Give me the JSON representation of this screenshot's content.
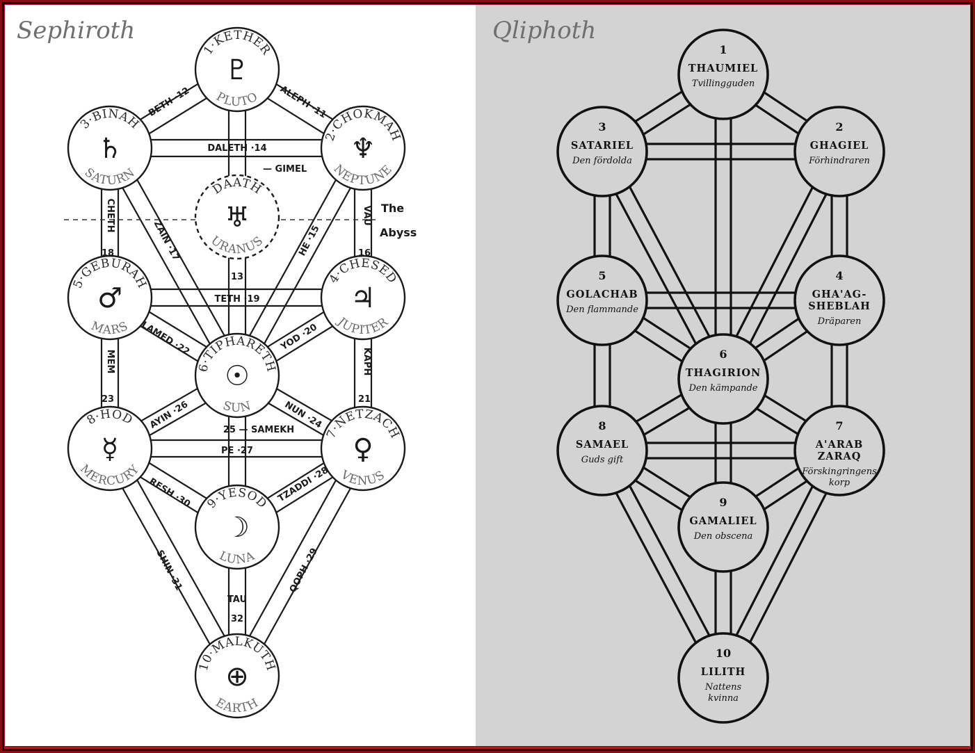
{
  "sephiroth": {
    "title": "Sephiroth",
    "abyss_label": [
      "The",
      "Abyss"
    ],
    "nodes": [
      {
        "id": "kether",
        "label": "1·KETHER",
        "planet": "PLUTO",
        "symbol": "♇"
      },
      {
        "id": "chokmah",
        "label": "2·CHOKMAH",
        "planet": "NEPTUNE",
        "symbol": "♆"
      },
      {
        "id": "binah",
        "label": "3·BINAH",
        "planet": "SATURN",
        "symbol": "♄"
      },
      {
        "id": "daath",
        "label": "DAATH",
        "planet": "URANUS",
        "symbol": "♅"
      },
      {
        "id": "chesed",
        "label": "4·CHESED",
        "planet": "JUPITER",
        "symbol": "♃"
      },
      {
        "id": "geburah",
        "label": "5·GEBURAH",
        "planet": "MARS",
        "symbol": "♂"
      },
      {
        "id": "tiphareth",
        "label": "6·TIPHARETH",
        "planet": "SUN",
        "symbol": "☉"
      },
      {
        "id": "netzach",
        "label": "7·NETZACH",
        "planet": "VENUS",
        "symbol": "♀"
      },
      {
        "id": "hod",
        "label": "8·HOD",
        "planet": "MERCURY",
        "symbol": "☿"
      },
      {
        "id": "yesod",
        "label": "9·YESOD",
        "planet": "LUNA",
        "symbol": "☽"
      },
      {
        "id": "malkuth",
        "label": "10·MALKUTH",
        "planet": "EARTH",
        "symbol": "⊕"
      }
    ],
    "paths": [
      {
        "id": "beth",
        "label": "BETH ·12"
      },
      {
        "id": "aleph",
        "label": "ALEPH ·11"
      },
      {
        "id": "daleth",
        "label": "DALETH ·14"
      },
      {
        "id": "gimel",
        "label": "— GIMEL"
      },
      {
        "id": "cheth",
        "label": [
          "CHETH",
          "18"
        ]
      },
      {
        "id": "vau",
        "label": [
          "VAU",
          "16"
        ]
      },
      {
        "id": "zain",
        "label": "ZAIN ·17"
      },
      {
        "id": "he",
        "label": "HE ·15"
      },
      {
        "id": "gimel_num",
        "label": "13"
      },
      {
        "id": "teth",
        "label": "TETH ·19"
      },
      {
        "id": "lamed",
        "label": "LAMED ·22"
      },
      {
        "id": "yod",
        "label": "YOD ·20"
      },
      {
        "id": "mem",
        "label": [
          "MEM",
          "23"
        ]
      },
      {
        "id": "kaph",
        "label": [
          "KAPH",
          "21"
        ]
      },
      {
        "id": "ayin",
        "label": "AYIN ·26"
      },
      {
        "id": "nun",
        "label": "NUN ·24"
      },
      {
        "id": "samekh",
        "label": "25 — SAMEKH"
      },
      {
        "id": "pe",
        "label": "PE ·27"
      },
      {
        "id": "resh",
        "label": "RESH ·30"
      },
      {
        "id": "tzaddi",
        "label": "TZADDI ·28"
      },
      {
        "id": "shin",
        "label": "SHIN ·31"
      },
      {
        "id": "qoph",
        "label": "QOPH ·29"
      },
      {
        "id": "tau",
        "label": [
          "TAU",
          "32"
        ]
      }
    ]
  },
  "qliphoth": {
    "title": "Qliphoth",
    "nodes": [
      {
        "id": "q1",
        "num": "1",
        "name": [
          "THAUMIEL"
        ],
        "sub": [
          "Tvillingguden"
        ]
      },
      {
        "id": "q2",
        "num": "2",
        "name": [
          "GHAGIEL"
        ],
        "sub": [
          "Förhindraren"
        ]
      },
      {
        "id": "q3",
        "num": "3",
        "name": [
          "SATARIEL"
        ],
        "sub": [
          "Den fördolda"
        ]
      },
      {
        "id": "q4",
        "num": "4",
        "name": [
          "GHA'AG-",
          "SHEBLAH"
        ],
        "sub": [
          "Dräparen"
        ]
      },
      {
        "id": "q5",
        "num": "5",
        "name": [
          "GOLACHAB"
        ],
        "sub": [
          "Den flammande"
        ]
      },
      {
        "id": "q6",
        "num": "6",
        "name": [
          "THAGIRION"
        ],
        "sub": [
          "Den kämpande"
        ]
      },
      {
        "id": "q7",
        "num": "7",
        "name": [
          "A'ARAB",
          "ZARAQ"
        ],
        "sub": [
          "Förskingringens",
          "korp"
        ]
      },
      {
        "id": "q8",
        "num": "8",
        "name": [
          "SAMAEL"
        ],
        "sub": [
          "Guds gift"
        ]
      },
      {
        "id": "q9",
        "num": "9",
        "name": [
          "GAMALIEL"
        ],
        "sub": [
          "Den obscena"
        ]
      },
      {
        "id": "q10",
        "num": "10",
        "name": [
          "LILITH"
        ],
        "sub": [
          "Nattens",
          "kvinna"
        ]
      }
    ]
  }
}
